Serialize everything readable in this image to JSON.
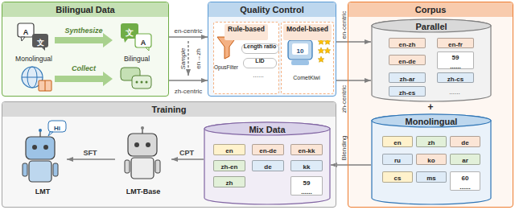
{
  "diagram": {
    "nodes": [
      {
        "text": [
          "Bilingual Data"
        ]
      },
      {
        "text": [
          "Quality Control"
        ]
      },
      {
        "text": [
          "Rule-based"
        ],
        "in": 1
      },
      {
        "text": [
          "Length ratio"
        ],
        "in": 2
      },
      {
        "text": [
          "LID"
        ],
        "in": 2
      },
      {
        "text": [
          "Model-based"
        ],
        "in": 1
      },
      {
        "text": [
          "Corpus"
        ]
      },
      {
        "text": [
          "Parallel"
        ],
        "in": 6
      },
      {
        "text": [
          "en-zh"
        ],
        "in": 7
      },
      {
        "text": [
          "en-fr"
        ],
        "in": 7
      },
      {
        "text": [
          "en-de"
        ],
        "in": 7
      },
      {
        "text": [
          "59",
          "......"
        ],
        "in": 7
      },
      {
        "text": [
          "zh-ar"
        ],
        "in": 7
      },
      {
        "text": [
          "zh-cs"
        ],
        "in": 7
      },
      {
        "text": [
          "zh-es"
        ],
        "in": 7
      },
      {
        "text": [
          "Monolingual"
        ],
        "in": 6
      },
      {
        "text": [
          "en"
        ],
        "in": 15
      },
      {
        "text": [
          "zh"
        ],
        "in": 15
      },
      {
        "text": [
          "de"
        ],
        "in": 15
      },
      {
        "text": [
          "ru"
        ],
        "in": 15
      },
      {
        "text": [
          "ko"
        ],
        "in": 15
      },
      {
        "text": [
          "ar"
        ],
        "in": 15
      },
      {
        "text": [
          "cs"
        ],
        "in": 15
      },
      {
        "text": [
          "ms"
        ],
        "in": 15
      },
      {
        "text": [
          "60",
          "......"
        ],
        "in": 15
      },
      {
        "text": [
          "Training"
        ]
      },
      {
        "text": [
          "LMT"
        ],
        "in": 25
      },
      {
        "text": [
          "LMT-Base"
        ],
        "in": 25
      },
      {
        "text": [
          "Mix Data"
        ],
        "in": 25
      },
      {
        "text": [
          "en"
        ],
        "in": 28
      },
      {
        "text": [
          "en-de"
        ],
        "in": 28
      },
      {
        "text": [
          "en-kk"
        ],
        "in": 28
      },
      {
        "text": [
          "zh-en"
        ],
        "in": 28
      },
      {
        "text": [
          "de"
        ],
        "in": 28
      },
      {
        "text": [
          "kk"
        ],
        "in": 28
      },
      {
        "text": [
          "zh"
        ],
        "in": 28
      },
      {
        "text": [
          "59",
          "......"
        ],
        "in": 28
      }
    ],
    "edges": [
      {
        "from": 0,
        "to": 1,
        "label": "en-centric",
        "arrow": "to"
      },
      {
        "from": 0,
        "to": 1,
        "label": "zh-centric",
        "arrow": "to"
      },
      {
        "from": 1,
        "to": 7,
        "label": "en-centric",
        "arrow": "to"
      },
      {
        "from": 1,
        "to": 7,
        "label": "zh-centric",
        "arrow": "to"
      },
      {
        "from": 15,
        "to": 28,
        "label": "Blending",
        "arrow": "to"
      },
      {
        "from": 28,
        "to": 27,
        "label": "CPT",
        "arrow": "to"
      },
      {
        "from": 27,
        "to": 26,
        "label": "SFT",
        "arrow": "to"
      }
    ],
    "labels": [
      "A",
      "文",
      "Synthesize",
      "文",
      "A",
      "Monolingual",
      "Bilingual",
      "Collect",
      "Sample",
      "en→zh",
      "10",
      "OpusFilter",
      "......",
      "CometKiwi",
      "......",
      "+",
      "Hi"
    ]
  }
}
